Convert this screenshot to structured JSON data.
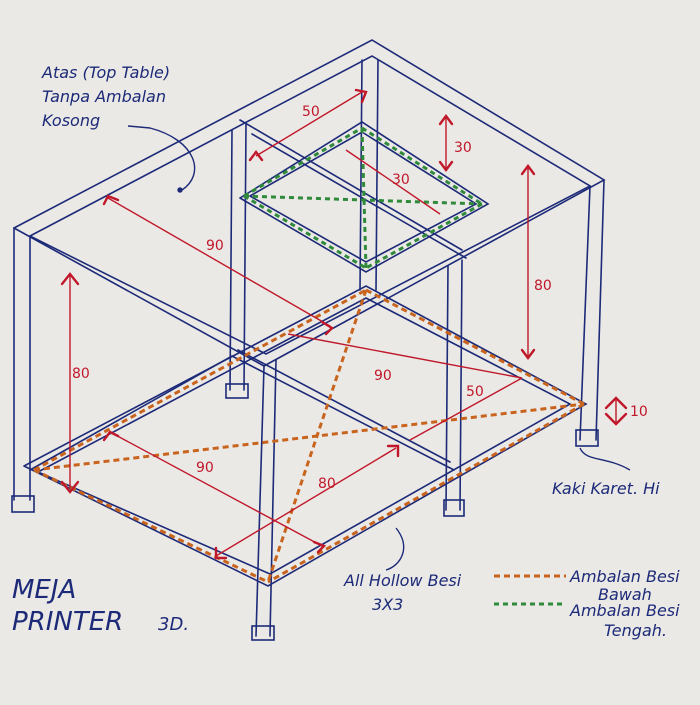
{
  "annotations": {
    "top_note_line1": "Atas (Top Table)",
    "top_note_line2": "Tanpa Ambalan",
    "top_note_line3": "Kosong",
    "material_line1": "All Hollow Besi",
    "material_line2": "3X3",
    "feet_note": "Kaki Karet. Hi",
    "title_line1": "MEJA",
    "title_line2": "PRINTER",
    "title_suffix": "3D."
  },
  "dimensions": {
    "top_width": "90",
    "upper_shelf_width": "50",
    "upper_shelf_depth": "30",
    "upper_shelf_depth_inner": "30",
    "shelf_height_right": "80",
    "leg_height_left": "80",
    "bottom_width": "90",
    "bottom_depth": "80",
    "bottom_inner_width": "90",
    "bottom_inner_depth": "50",
    "foot_height": "10"
  },
  "legend": {
    "items": [
      {
        "line1": "Ambalan Besi",
        "line2": "Bawah",
        "color": "#c8641e"
      },
      {
        "line1": "Ambalan Besi",
        "line2": "Tengah.",
        "color": "#2f8a3a"
      }
    ]
  },
  "colors": {
    "paper": "#ebe9e6",
    "frame_ink": "#1c2a78",
    "dimension_ink": "#c0182a",
    "bottom_shelf": "#c8641e",
    "middle_shelf": "#2f8a3a"
  }
}
